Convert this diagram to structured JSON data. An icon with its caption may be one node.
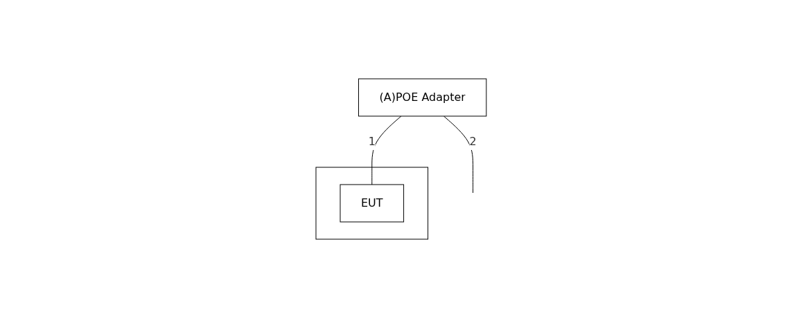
{
  "diagram": {
    "nodes": [
      {
        "text": [
          "(A)POE Adapter"
        ]
      },
      {
        "text": [],
        "shape": "box"
      },
      {
        "text": [
          "EUT"
        ],
        "in": 1
      }
    ],
    "edges": [
      {
        "from": 0,
        "to": 2,
        "arrow": "none",
        "label": "1"
      },
      {
        "from": 0,
        "to": null,
        "arrow": "none",
        "label": "2"
      }
    ]
  }
}
